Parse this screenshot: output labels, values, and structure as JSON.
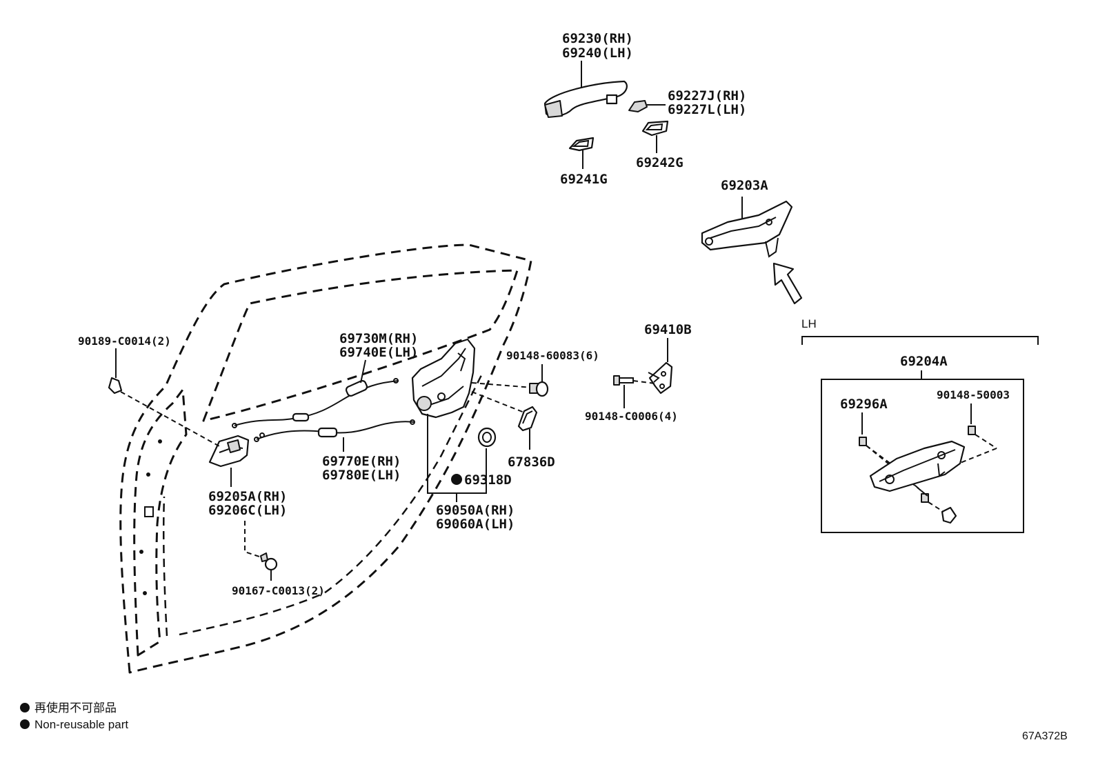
{
  "parts": {
    "handle_rh": "69230(RH)",
    "handle_lh": "69240(LH)",
    "cap_rh": "69227J(RH)",
    "cap_lh": "69227L(LH)",
    "pad_g1": "69241G",
    "pad_g2": "69242G",
    "frame_a": "69203A",
    "lock_striker": "69410B",
    "cable_open_rh": "69730M(RH)",
    "cable_open_lh": "69740E(LH)",
    "screw_60083": "90148-60083(6)",
    "clip_c0014": "90189-C0014(2)",
    "screw_c0006": "90148-C0006(4)",
    "cable_lock_rh": "69770E(RH)",
    "cable_lock_lh": "69780E(LH)",
    "grommet": "67836D",
    "seal": "69318D",
    "inner_handle_rh": "69205A(RH)",
    "inner_handle_lh": "69206C(LH)",
    "lock_assy_rh": "69050A(RH)",
    "lock_assy_lh": "69060A(LH)",
    "screw_c0013": "90167-C0013(2)",
    "lh_label": "LH",
    "frame_assy": "69204A",
    "frame_sub": "69296A",
    "screw_50003": "90148-50003"
  },
  "legend": {
    "jp": "再使用不可部品",
    "en": "Non-reusable part"
  },
  "figure_code": "67A372B"
}
